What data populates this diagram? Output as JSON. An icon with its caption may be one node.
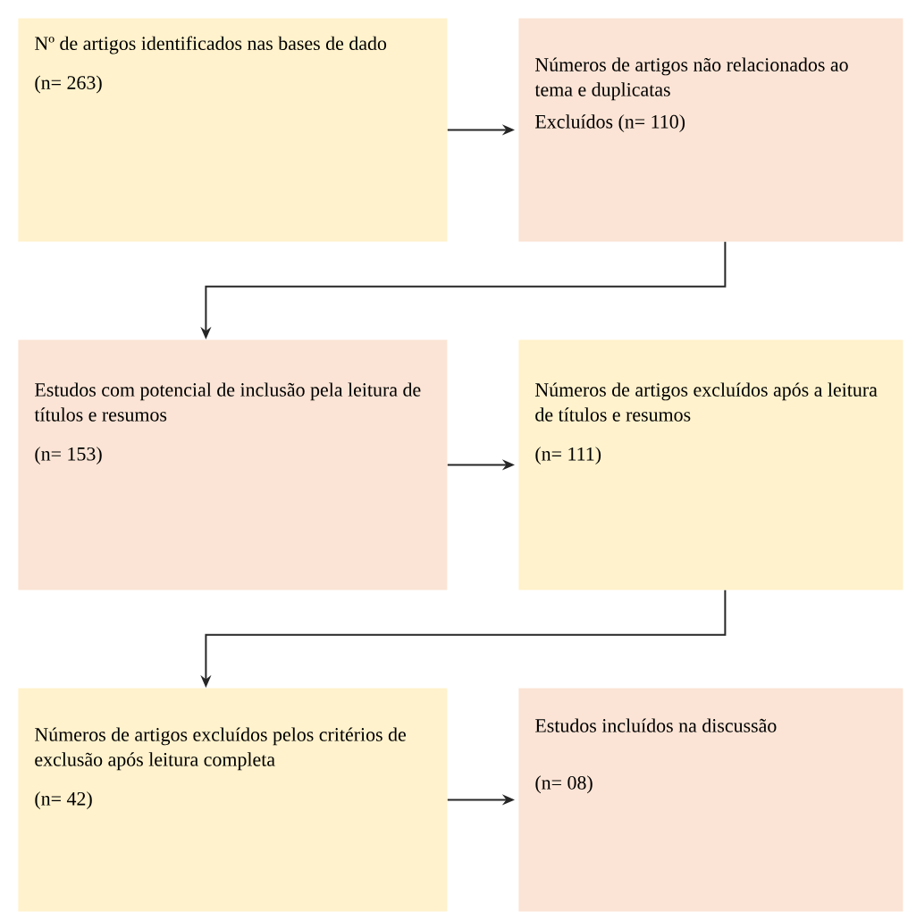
{
  "diagram": {
    "nodes": [
      {
        "text": [
          "Nº de artigos identificados nas bases de dado",
          "(n= 263)"
        ]
      },
      {
        "text": [
          "Números de artigos não relacionados ao tema e duplicatas",
          "Excluídos (n= 110)"
        ]
      },
      {
        "text": [
          "Estudos com potencial de inclusão pela leitura de títulos e resumos",
          "(n= 153)"
        ]
      },
      {
        "text": [
          "Números de artigos excluídos após a leitura de títulos e resumos",
          "(n= 111)"
        ]
      },
      {
        "text": [
          "Números de artigos excluídos pelos critérios de exclusão após leitura completa",
          "(n= 42)"
        ]
      },
      {
        "text": [
          "Estudos incluídos na discussão",
          "(n= 08)"
        ]
      }
    ],
    "edges": [
      {
        "from": 0,
        "to": 1,
        "arrow": "to"
      },
      {
        "from": 1,
        "to": 2,
        "arrow": "to"
      },
      {
        "from": 2,
        "to": 3,
        "arrow": "to"
      },
      {
        "from": 3,
        "to": 4,
        "arrow": "to"
      },
      {
        "from": 4,
        "to": 5,
        "arrow": "to"
      }
    ]
  }
}
